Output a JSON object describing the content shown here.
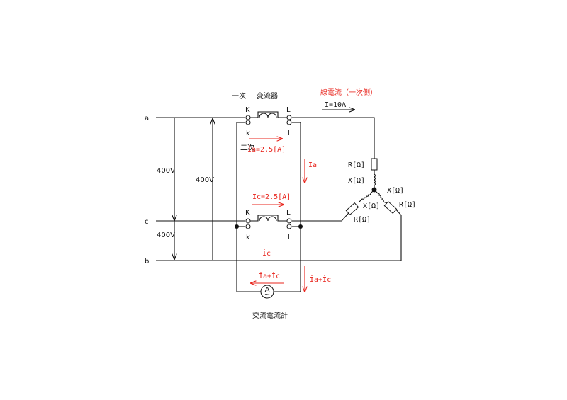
{
  "colors": {
    "line": "#111111",
    "accent": "#e8241c"
  },
  "labels": {
    "line_a": "a",
    "line_c": "c",
    "line_b": "b",
    "primary": "一次",
    "ct": "変流器",
    "secondary": "二次",
    "K": "K",
    "L": "L",
    "k": "k",
    "l": "l",
    "v_ac_left": "400V",
    "v_ac_right": "400V",
    "v_cb": "400V",
    "line_current_title": "線電流（一次側）",
    "line_current_value": "I=10A",
    "ia_ct": "İa=2.5[A]",
    "ia": "İa",
    "ic_ct": "İc=2.5[A]",
    "ic": "İc",
    "ia_plus_ic_left": "İa+İc",
    "ia_plus_ic_right": "İa+İc",
    "ammeter_symbol": "A",
    "ammeter_tilde": "~",
    "ammeter": "交流電流計",
    "R_a": "R[Ω]",
    "X_a": "X[Ω]",
    "X_c": "X[Ω]",
    "R_c": "R[Ω]",
    "X_b": "X[Ω]",
    "R_b": "R[Ω]"
  }
}
